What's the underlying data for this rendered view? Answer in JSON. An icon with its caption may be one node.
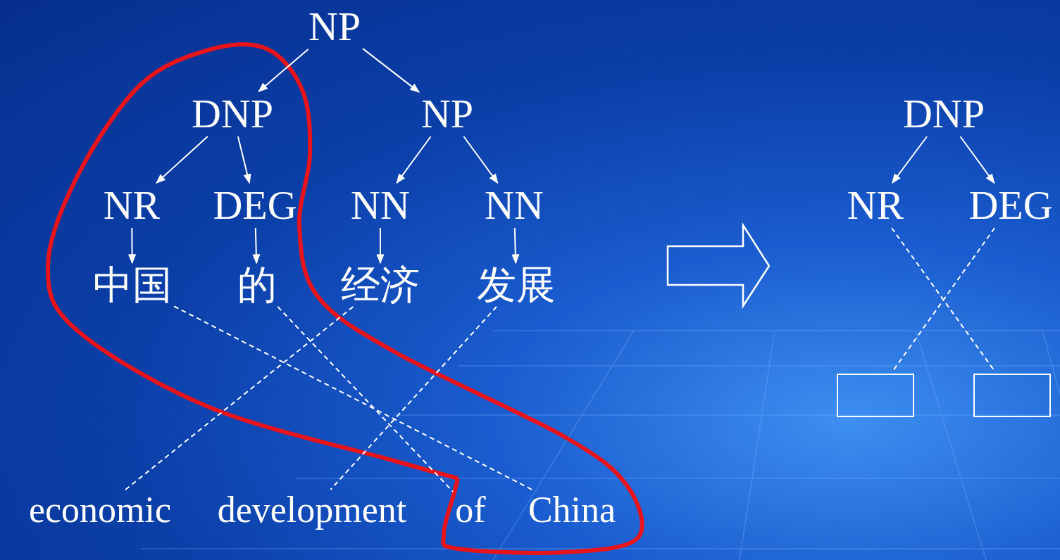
{
  "diagram": {
    "nodes": [
      {
        "text": [
          "NP"
        ]
      },
      {
        "text": [
          "DNP"
        ]
      },
      {
        "text": [
          "NP"
        ]
      },
      {
        "text": [
          "NR"
        ]
      },
      {
        "text": [
          "DEG"
        ]
      },
      {
        "text": [
          "NN"
        ]
      },
      {
        "text": [
          "NN"
        ]
      },
      {
        "text": [
          "中国"
        ]
      },
      {
        "text": [
          "的"
        ]
      },
      {
        "text": [
          "经济"
        ]
      },
      {
        "text": [
          "发展"
        ]
      },
      {
        "text": [
          "economic"
        ]
      },
      {
        "text": [
          "development"
        ]
      },
      {
        "text": [
          "of"
        ]
      },
      {
        "text": [
          "China"
        ]
      },
      {
        "text": [
          "DNP"
        ]
      },
      {
        "text": [
          "NR"
        ]
      },
      {
        "text": [
          "DEG"
        ]
      },
      {
        "text": [],
        "shape": "box"
      },
      {
        "text": [],
        "shape": "box"
      }
    ],
    "edges": [
      {
        "from": 0,
        "to": 1,
        "arrow": "to"
      },
      {
        "from": 0,
        "to": 2,
        "arrow": "to"
      },
      {
        "from": 1,
        "to": 3,
        "arrow": "to"
      },
      {
        "from": 1,
        "to": 4,
        "arrow": "to"
      },
      {
        "from": 2,
        "to": 5,
        "arrow": "to"
      },
      {
        "from": 2,
        "to": 6,
        "arrow": "to"
      },
      {
        "from": 3,
        "to": 7,
        "arrow": "to"
      },
      {
        "from": 4,
        "to": 8,
        "arrow": "to"
      },
      {
        "from": 5,
        "to": 9,
        "arrow": "to"
      },
      {
        "from": 6,
        "to": 10,
        "arrow": "to"
      },
      {
        "from": 7,
        "to": 14,
        "arrow": "none",
        "style": "dashed"
      },
      {
        "from": 8,
        "to": 13,
        "arrow": "none",
        "style": "dashed"
      },
      {
        "from": 9,
        "to": 11,
        "arrow": "none",
        "style": "dashed"
      },
      {
        "from": 10,
        "to": 12,
        "arrow": "none",
        "style": "dashed"
      },
      {
        "from": 15,
        "to": 16,
        "arrow": "to"
      },
      {
        "from": 15,
        "to": 17,
        "arrow": "to"
      },
      {
        "from": 16,
        "to": 19,
        "arrow": "none",
        "style": "dashed"
      },
      {
        "from": 17,
        "to": 18,
        "arrow": "none",
        "style": "dashed"
      }
    ]
  }
}
